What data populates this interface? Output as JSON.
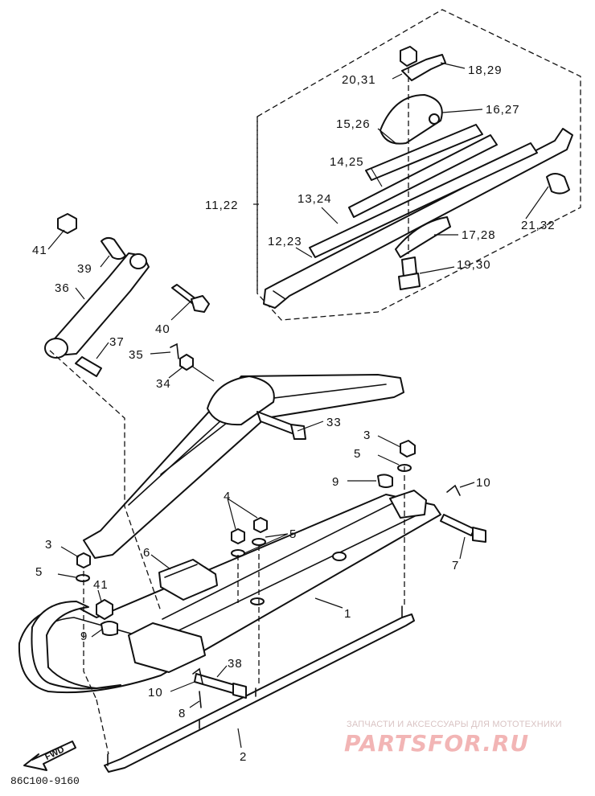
{
  "labels": {
    "p1": "1",
    "p2": "2",
    "p3a": "3",
    "p3b": "3",
    "p4": "4",
    "p5a": "5",
    "p5b": "5",
    "p5c": "5",
    "p6": "6",
    "p7": "7",
    "p8": "8",
    "p9a": "9",
    "p9b": "9",
    "p10a": "10",
    "p10b": "10",
    "p11": "11,22",
    "p12": "12,23",
    "p13": "13,24",
    "p14": "14,25",
    "p15": "15,26",
    "p16": "16,27",
    "p17": "17,28",
    "p18": "18,29",
    "p19": "19,30",
    "p20": "20,31",
    "p21": "21,32",
    "p33": "33",
    "p34": "34",
    "p35": "35",
    "p36": "36",
    "p37": "37",
    "p38": "38",
    "p39": "39",
    "p40": "40",
    "p41a": "41",
    "p41b": "41"
  },
  "fwd_label": "FWD",
  "diagram_code": "86C100-9160",
  "watermark": {
    "tagline": "ЗАПЧАСТИ И АКСЕССУАРЫ ДЛЯ МОТОТЕХНИКИ",
    "brand": "PARTSFOR.RU"
  }
}
